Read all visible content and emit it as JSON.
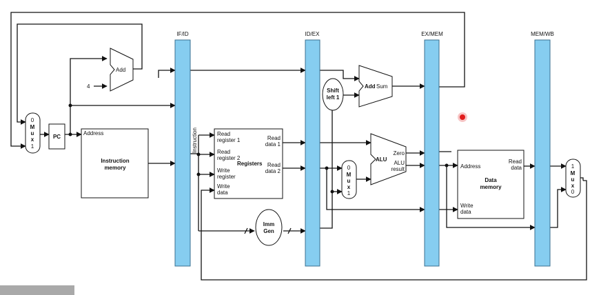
{
  "colors": {
    "pipeline_register": "#86cdf0",
    "wire": "#111111",
    "cursor": "#e11d1d"
  },
  "pipeline_registers": [
    "IF/ID",
    "ID/EX",
    "EX/MEM",
    "MEM/WB"
  ],
  "if_stage": {
    "add": "Add",
    "four": "4",
    "pc": "PC",
    "address": "Address",
    "instruction_memory": [
      "Instruction",
      "memory"
    ],
    "instruction_bus": "Instruction",
    "mux": {
      "top": "0",
      "letters": [
        "M",
        "u",
        "x"
      ],
      "bottom": "1"
    }
  },
  "id_stage": {
    "registers_title": "Registers",
    "inputs": [
      [
        "Read",
        "register 1"
      ],
      [
        "Read",
        "register 2"
      ],
      [
        "Write",
        "register"
      ],
      [
        "Write",
        "data"
      ]
    ],
    "outputs": [
      [
        "Read",
        "data 1"
      ],
      [
        "Read",
        "data 2"
      ]
    ],
    "imm_gen": [
      "Imm",
      "Gen"
    ]
  },
  "ex_stage": {
    "shift_left": [
      "Shift",
      "left 1"
    ],
    "add": "Add",
    "sum": "Sum",
    "alu": "ALU",
    "zero": "Zero",
    "alu_result": [
      "ALU",
      "result"
    ],
    "mux": {
      "top": "0",
      "letters": [
        "M",
        "u",
        "x"
      ],
      "bottom": "1"
    }
  },
  "mem_stage": {
    "address": "Address",
    "read_data": [
      "Read",
      "data"
    ],
    "title": [
      "Data",
      "memory"
    ],
    "write_data": [
      "Write",
      "data"
    ]
  },
  "wb_stage": {
    "mux": {
      "top": "1",
      "letters": [
        "M",
        "u",
        "x"
      ],
      "bottom": "0"
    }
  }
}
